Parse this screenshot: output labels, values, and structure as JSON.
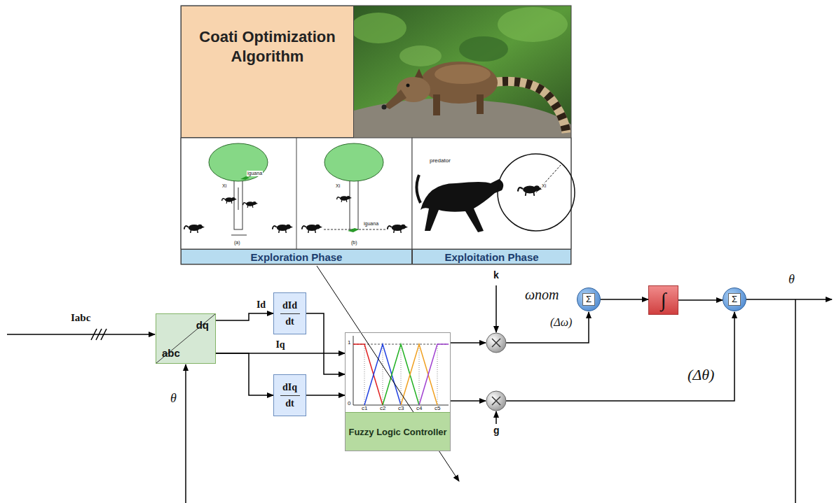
{
  "diagram": {
    "nodes": [
      {
        "text": [
          "Coati Optimization Algorithm"
        ]
      },
      {
        "text": [
          "Exploration Phase"
        ]
      },
      {
        "text": [
          "Exploitation Phase"
        ]
      },
      {
        "text": [
          "dq",
          "abc"
        ]
      },
      {
        "text": [
          "dId",
          "dt"
        ]
      },
      {
        "text": [
          "dIq",
          "dt"
        ]
      },
      {
        "text": [
          "Fuzzy Logic Controller"
        ]
      },
      {
        "text": [
          "Σ"
        ]
      },
      {
        "text": [
          "∫"
        ]
      },
      {
        "text": [
          "Σ"
        ]
      }
    ],
    "edges": [
      {
        "from": 3,
        "to": 4,
        "label": "Id",
        "arrow": "to"
      },
      {
        "from": 3,
        "to": 6,
        "label": "Iq",
        "arrow": "to"
      },
      {
        "from": 3,
        "to": 5,
        "arrow": "to"
      },
      {
        "from": 4,
        "to": 6,
        "arrow": "to"
      },
      {
        "from": 5,
        "to": 6,
        "arrow": "to"
      },
      {
        "from": 7,
        "to": 8,
        "arrow": "to"
      },
      {
        "from": 8,
        "to": 9,
        "arrow": "to"
      }
    ],
    "labels": [
      "Iabc",
      "θ",
      "k",
      "g",
      "ωnom",
      "(Δω)",
      "(Δθ)",
      "θ",
      "(a)",
      "(b)",
      "iguana",
      "iguana",
      "predator",
      "Xi",
      "Xi",
      "Xi",
      "1",
      "0",
      "c1",
      "c2",
      "c3",
      "c4",
      "c5"
    ]
  }
}
